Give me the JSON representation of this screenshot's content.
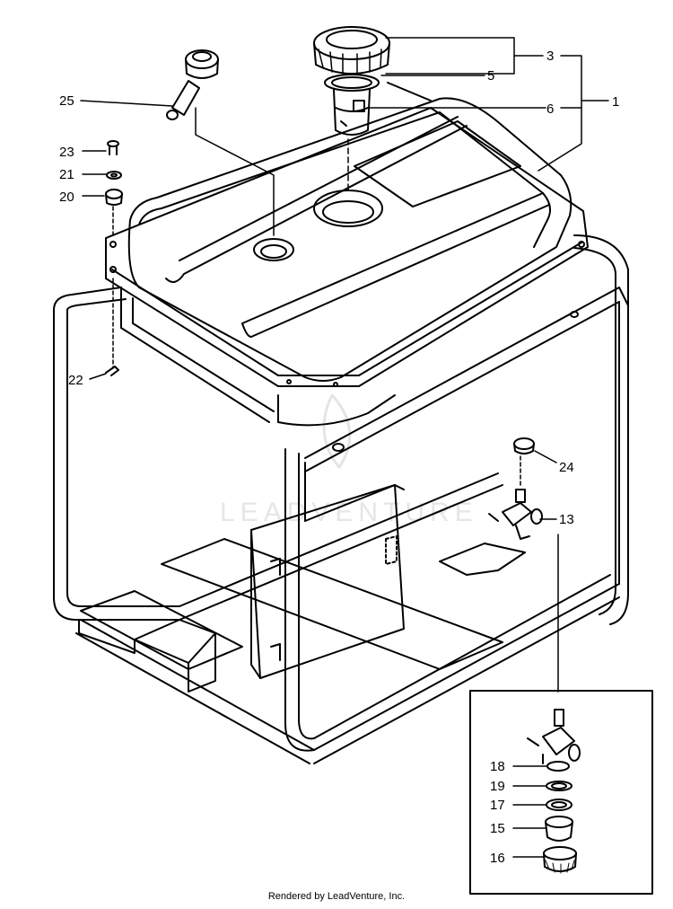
{
  "callouts": {
    "c1": "1",
    "c3": "3",
    "c5": "5",
    "c6": "6",
    "c13": "13",
    "c15": "15",
    "c16": "16",
    "c17": "17",
    "c18": "18",
    "c19": "19",
    "c20": "20",
    "c21": "21",
    "c22": "22",
    "c23": "23",
    "c24": "24",
    "c25": "25"
  },
  "watermark": "LEADVENTURE",
  "footer": "Rendered by LeadVenture, Inc."
}
